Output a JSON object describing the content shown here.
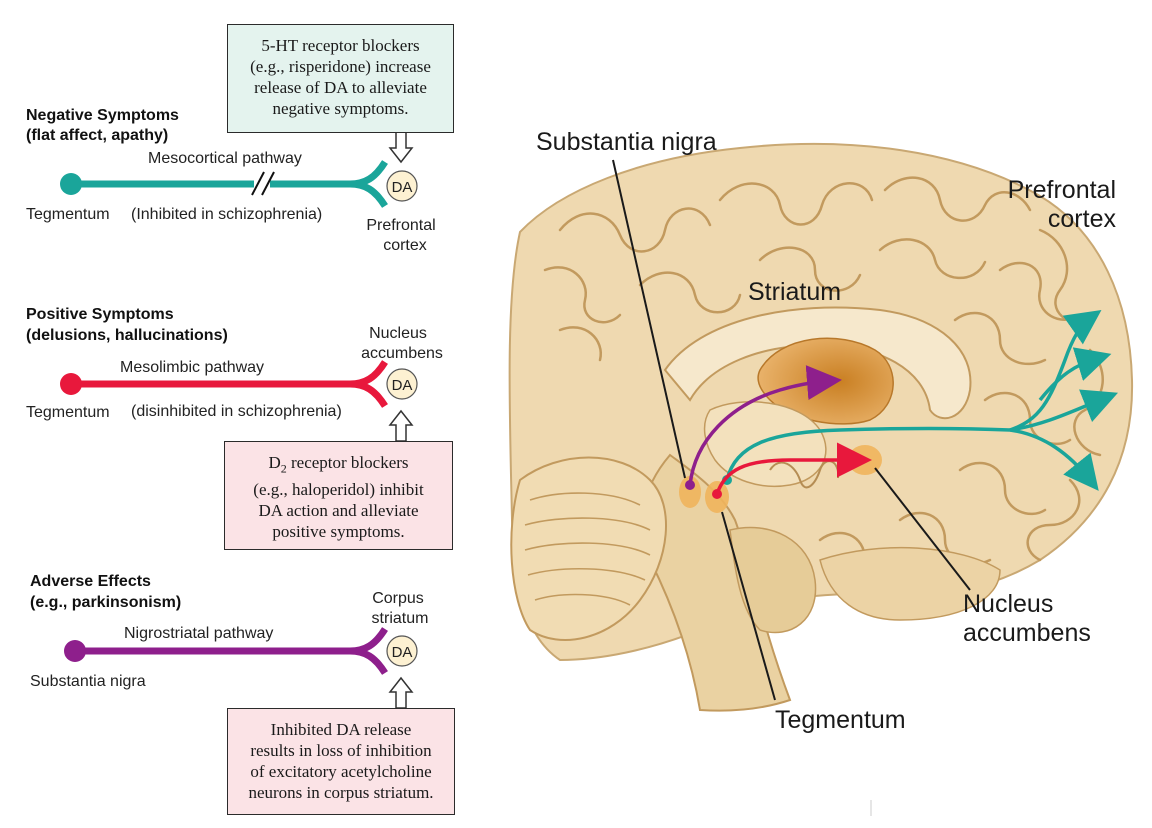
{
  "left_panel": {
    "negative": {
      "heading": "Negative Symptoms",
      "subheading": "(flat affect, apathy)",
      "pathway_name": "Mesocortical pathway",
      "origin": "Tegmentum",
      "note": "(Inhibited in schizophrenia)",
      "target_line1": "Prefrontal",
      "target_line2": "cortex",
      "synapse": "DA",
      "color": "#1aa59a",
      "callout": {
        "lines": [
          "5-HT receptor blockers",
          "(e.g., risperidone) increase",
          "release of DA to alleviate",
          "negative symptoms."
        ]
      }
    },
    "positive": {
      "heading": "Positive Symptoms",
      "subheading": "(delusions, hallucinations)",
      "pathway_name": "Mesolimbic pathway",
      "origin": "Tegmentum",
      "note": "(disinhibited in schizophrenia)",
      "target_line1": "Nucleus",
      "target_line2": "accumbens",
      "synapse": "DA",
      "color": "#e8183c",
      "callout": {
        "line1_prefix": "D",
        "line1_sub": "2",
        "line1_rest": " receptor blockers",
        "lines": [
          "(e.g., haloperidol) inhibit",
          "DA action and alleviate",
          "positive symptoms."
        ]
      }
    },
    "adverse": {
      "heading": "Adverse Effects",
      "subheading": "(e.g., parkinsonism)",
      "pathway_name": "Nigrostriatal pathway",
      "origin": "Substantia nigra",
      "target_line1": "Corpus",
      "target_line2": "striatum",
      "synapse": "DA",
      "color": "#8e1f8c",
      "callout": {
        "lines": [
          "Inhibited DA release",
          "results in loss of inhibition",
          "of excitatory acetylcholine",
          "neurons in corpus striatum."
        ]
      }
    }
  },
  "brain": {
    "labels": {
      "substantia_nigra": "Substantia nigra",
      "prefrontal_line1": "Prefrontal",
      "prefrontal_line2": "cortex",
      "striatum": "Striatum",
      "nucleus_line1": "Nucleus",
      "nucleus_line2": "accumbens",
      "tegmentum": "Tegmentum"
    },
    "colors": {
      "tissue": "#efd9b0",
      "tissue_dark": "#d9bb85",
      "striatum": "#d9952e"
    }
  }
}
